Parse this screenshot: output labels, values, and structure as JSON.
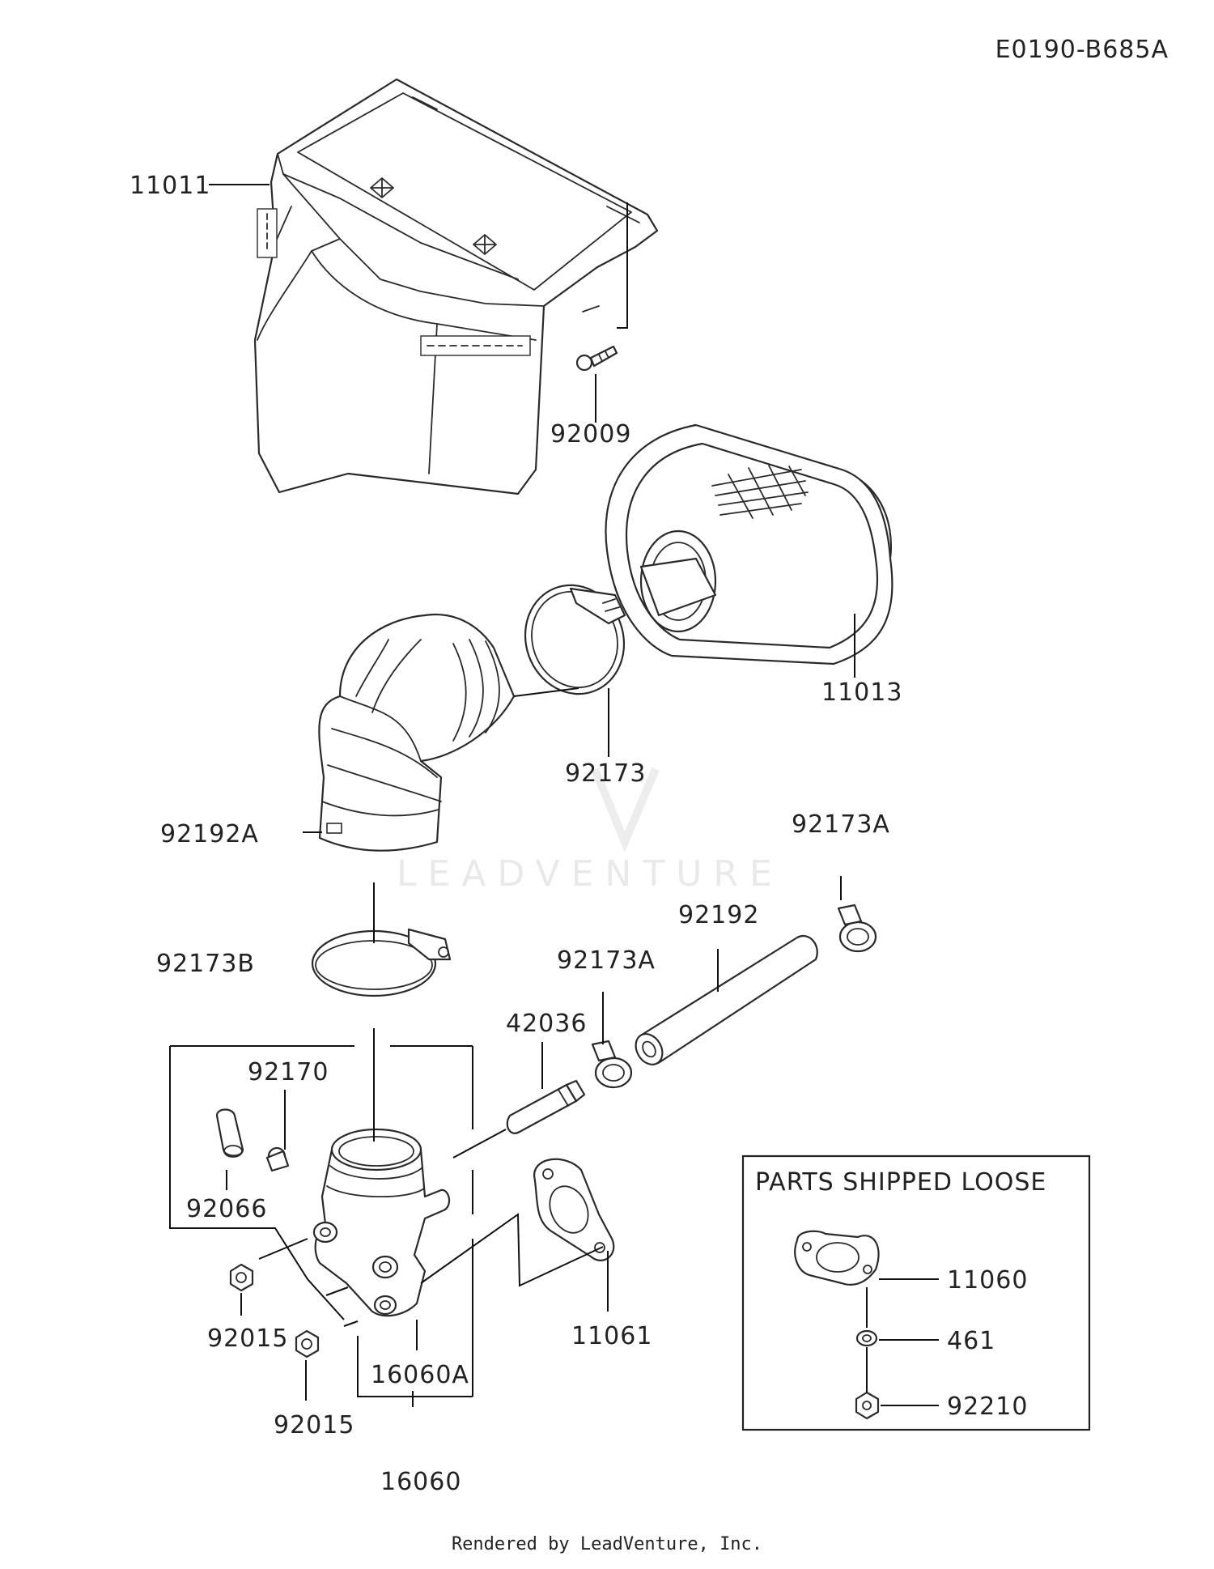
{
  "diagram_code": "E0190-B685A",
  "watermark": "LEADVENTURE",
  "footer": "Rendered by LeadVenture, Inc.",
  "loose_parts_box": {
    "title": "PARTS SHIPPED LOOSE"
  },
  "callouts": {
    "p11011": "11011",
    "p92009": "92009",
    "p11013": "11013",
    "p92173": "92173",
    "p92192A": "92192A",
    "p92173A_top": "92173A",
    "p92192": "92192",
    "p92173B": "92173B",
    "p92173A_mid": "92173A",
    "p42036": "42036",
    "p92170": "92170",
    "p92066": "92066",
    "p11061": "11061",
    "p92015_a": "92015",
    "p92015_b": "92015",
    "p16060A": "16060A",
    "p16060": "16060",
    "p11060": "11060",
    "p461": "461",
    "p92210": "92210"
  }
}
